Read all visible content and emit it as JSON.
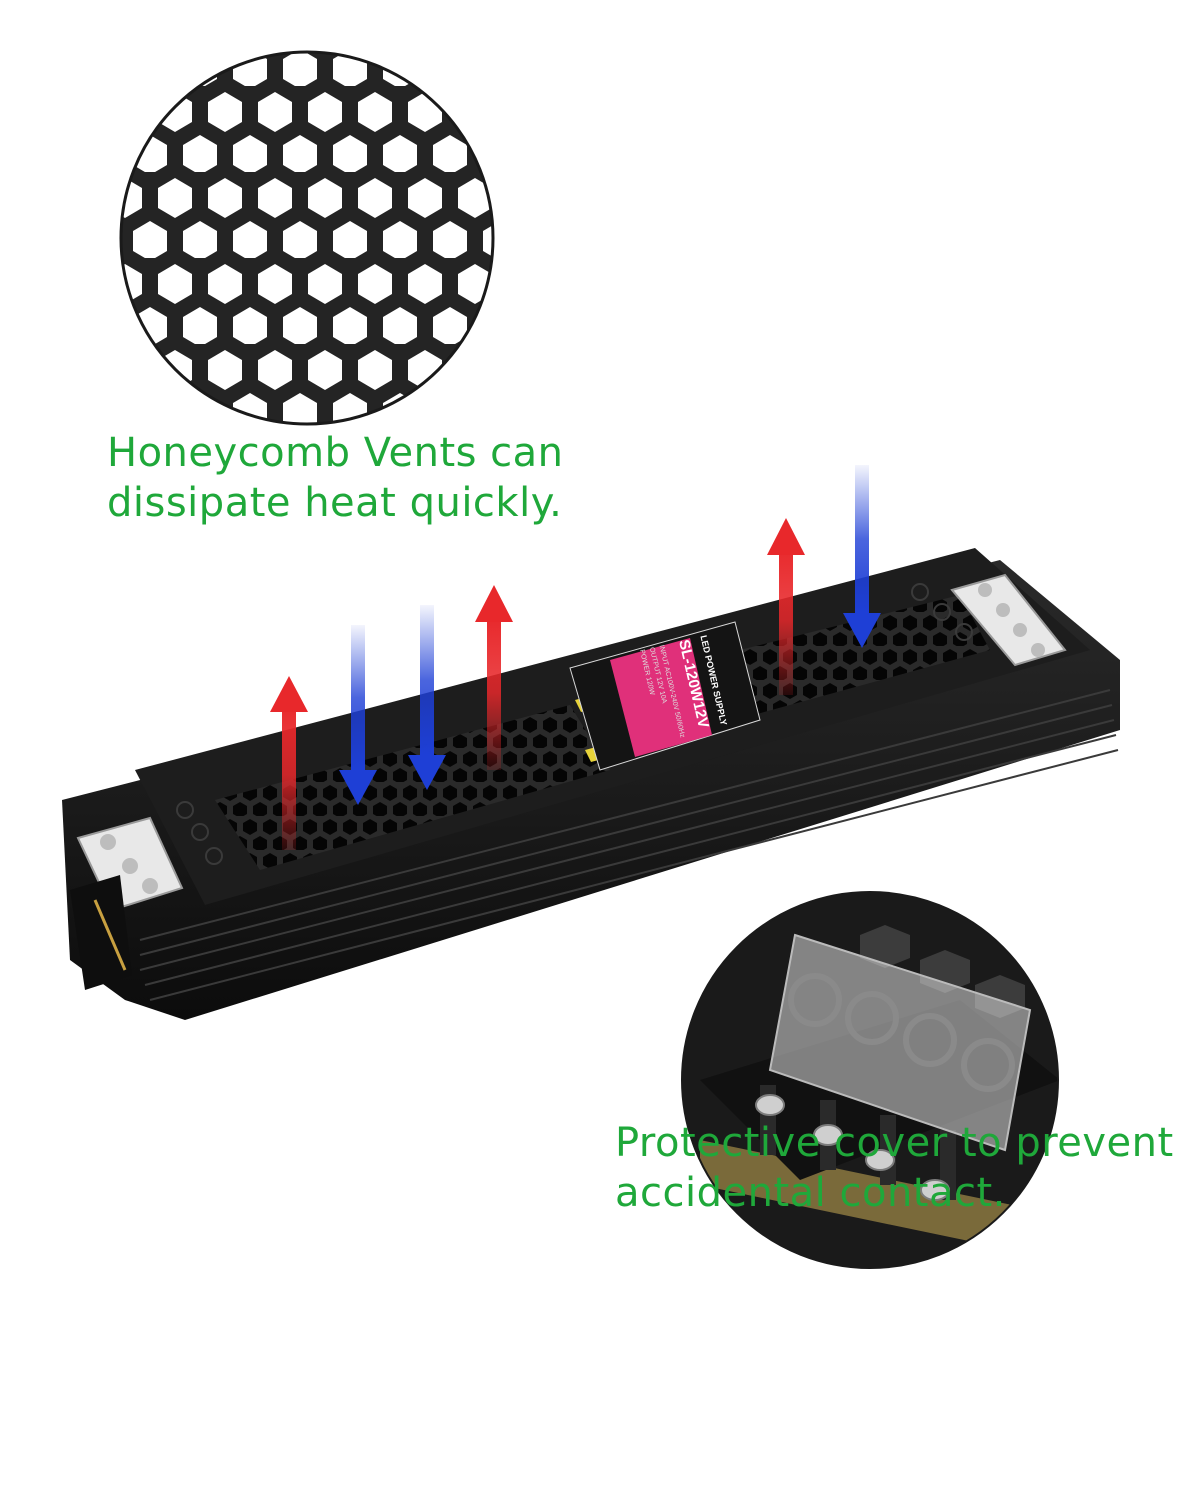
{
  "captions": {
    "vents": {
      "line1": "Honeycomb Vents can",
      "line2": "dissipate heat quickly."
    },
    "cover": {
      "line1": "Protective cover to prevent",
      "line2": "accidental contact."
    }
  },
  "product_label": {
    "brand": "LED POWER SUPPLY",
    "model": "SL-120W12V",
    "rows": [
      "INPUT",
      "OUTPUT",
      "POWER"
    ],
    "input_value": "AC100V-240V 50/60Hz",
    "output_value": "12V 10A",
    "power_value": "120W"
  },
  "colors": {
    "caption": "#1fa83a",
    "arrow_hot": "#e8282b",
    "arrow_cold": "#1e3fd6",
    "label_band": "#e0307a",
    "housing": "#1b1b1b"
  },
  "icons": [
    "honeycomb-vent-closeup",
    "terminal-block-closeup",
    "hot-air-arrow-up",
    "cool-air-arrow-down"
  ]
}
